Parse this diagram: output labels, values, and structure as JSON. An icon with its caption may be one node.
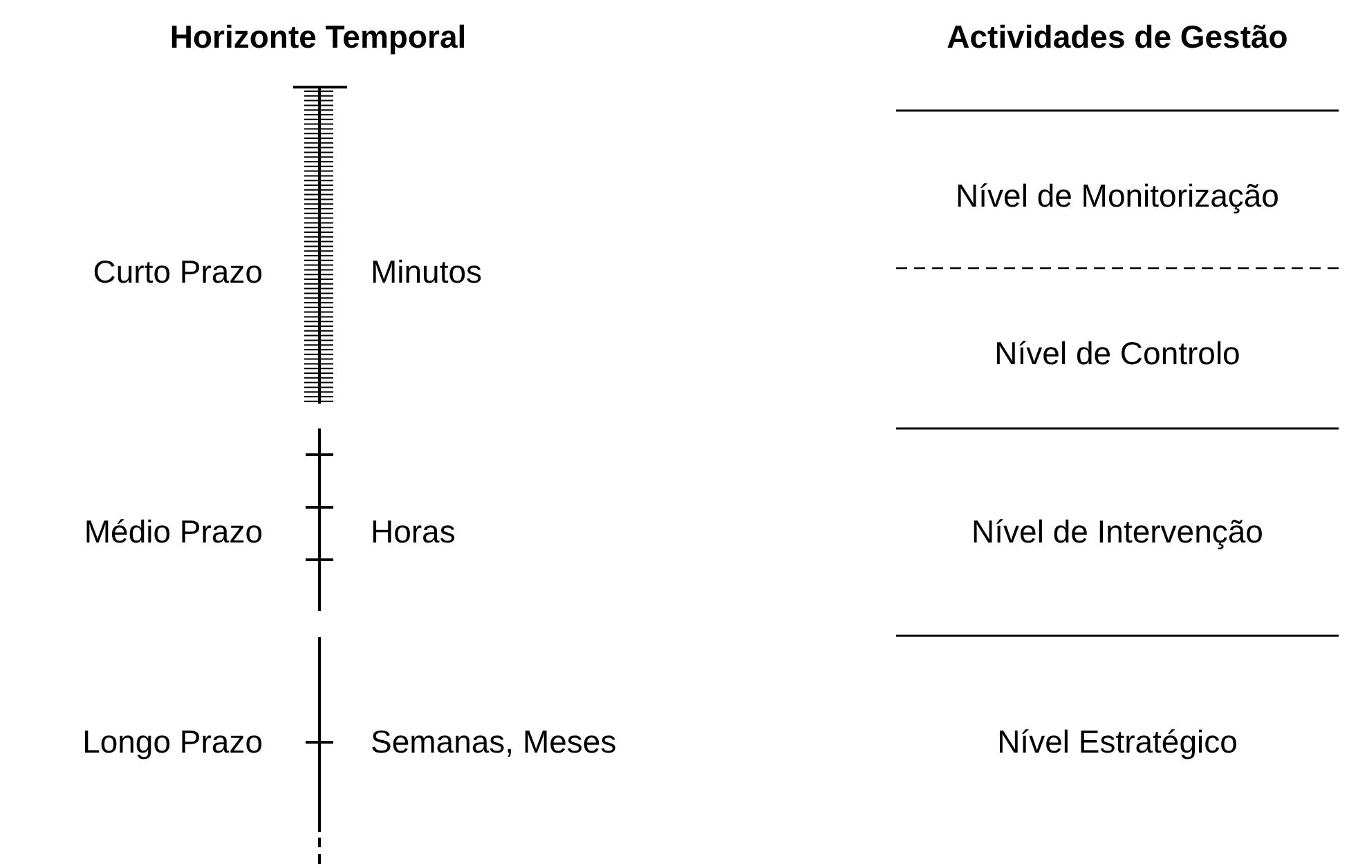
{
  "diagram": {
    "labels": [
      "Horizonte Temporal",
      "Actividades de Gestão",
      "Nível de Monitorização",
      "Curto Prazo",
      "Minutos",
      "Nível de Controlo",
      "Médio Prazo",
      "Horas",
      "Nível de Intervenção",
      "Longo Prazo",
      "Semanas, Meses",
      "Nível Estratégico"
    ]
  }
}
